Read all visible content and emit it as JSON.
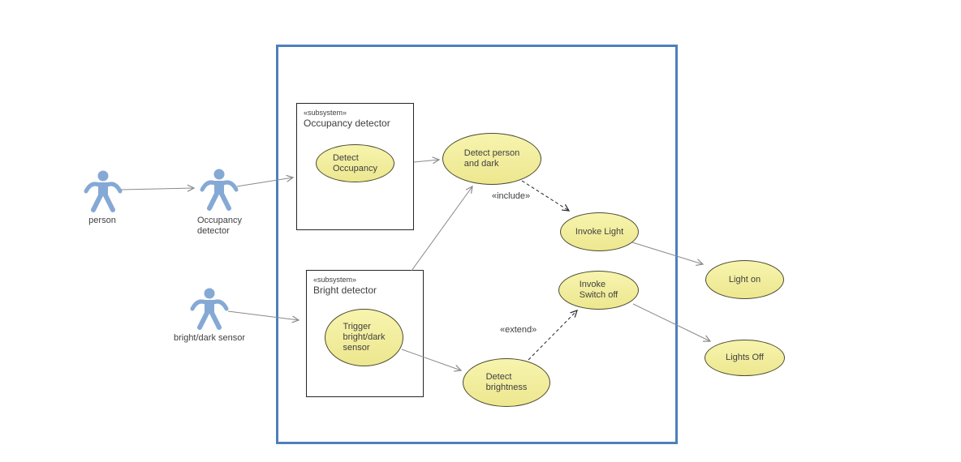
{
  "colors": {
    "boundary": "#4E80BC",
    "use_case_fill_top": "#F7F4AE",
    "use_case_fill_bottom": "#EDE78F",
    "use_case_border": "#4A4A30",
    "actor": "#85A9D5",
    "solid_arrow": "#8A8A8A",
    "dashed_arrow": "#262626",
    "text": "#3F3F3F"
  },
  "actors": [
    {
      "label": "person"
    },
    {
      "label": "Occupancy\ndetector"
    },
    {
      "label": "bright/dark sensor"
    }
  ],
  "subsystems": [
    {
      "stereotype": "«subsystem»",
      "name": "Occupancy detector"
    },
    {
      "stereotype": "«subsystem»",
      "name": "Bright detector"
    }
  ],
  "use_cases": [
    {
      "label": "Detect\nOccupancy"
    },
    {
      "label": "Detect person\nand dark"
    },
    {
      "label": "Trigger\nbright/dark\nsensor"
    },
    {
      "label": "Detect\nbrightness"
    },
    {
      "label": "Invoke Light"
    },
    {
      "label": "Invoke\nSwitch off"
    },
    {
      "label": "Light on"
    },
    {
      "label": "Lights Off"
    }
  ],
  "relations": [
    {
      "label": "«include»"
    },
    {
      "label": "«extend»"
    }
  ]
}
